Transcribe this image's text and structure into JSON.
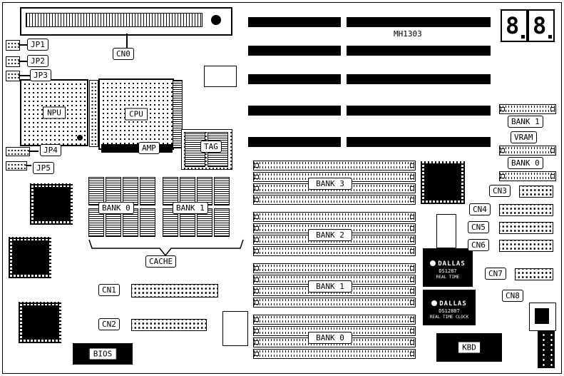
{
  "board": {
    "model": "MH1303"
  },
  "display": {
    "digits": [
      "8",
      "8"
    ]
  },
  "connectors": {
    "cn0": "CN0",
    "cn1": "CN1",
    "cn2": "CN2",
    "cn3": "CN3",
    "cn4": "CN4",
    "cn5": "CN5",
    "cn6": "CN6",
    "cn7": "CN7",
    "cn8": "CN8"
  },
  "jumpers": {
    "jp1": "JP1",
    "jp2": "JP2",
    "jp3": "JP3",
    "jp4": "JP4",
    "jp5": "JP5"
  },
  "sockets": {
    "npu": "NPU",
    "cpu": "CPU",
    "amp": "AMP",
    "tag": "TAG"
  },
  "memory": {
    "simm_banks": [
      "BANK 3",
      "BANK 2",
      "BANK 1",
      "BANK 0"
    ],
    "video_column": [
      "BANK 1",
      "VRAM",
      "BANK 0"
    ],
    "cache_banks": [
      "BANK 0",
      "BANK 1"
    ],
    "cache_label": "CACHE"
  },
  "chips": {
    "bios": "BIOS",
    "kbd": "KBD",
    "rtc_top": {
      "brand": "DALLAS",
      "part": "DS1287",
      "sub": "REAL TIME"
    },
    "rtc_bottom": {
      "brand": "DALLAS",
      "part": "DS12887",
      "sub": "REAL TIME CLOCK"
    }
  },
  "colors": {
    "ink": "#000000",
    "paper": "#ffffff"
  }
}
